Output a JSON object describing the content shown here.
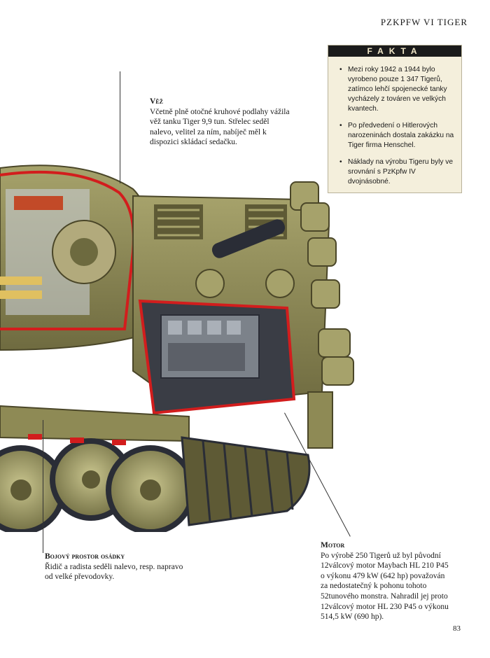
{
  "running_head": "PZKPFW VI TIGER",
  "facts": {
    "header": "FAKTA",
    "items": [
      "Mezi roky 1942 a 1944 bylo vyrobeno pouze 1 347 Tigerů, zatímco lehčí spojenecké tanky vycházely z továren ve velkých kvantech.",
      "Po předvedení o Hitlerových narozeninách dostala zakázku na Tiger firma Henschel.",
      "Náklady na výrobu Tigeru byly ve srovnání s PzKpfw IV dvojnásobné."
    ]
  },
  "callouts": {
    "tower": {
      "title": "Věž",
      "text": "Včetně plně otočné kruhové podlahy vážila věž tanku Tiger 9,9 tun. Střelec seděl nalevo, velitel za ním, nabíječ měl k dispozici skládací sedačku."
    },
    "crew": {
      "title": "Bojový prostor osádky",
      "text": "Řidič a radista seděli nalevo, resp. napravo od velké převodovky."
    },
    "motor": {
      "title": "Motor",
      "text": "Po výrobě 250 Tigerů už byl původní 12válcový motor Maybach HL 210 P45 o výkonu 479 kW (642 hp) považován za nedostatečný k pohonu tohoto 52tunového monstra. Nahradil jej proto 12válcový motor HL 230 P45 o výkonu 514,5 kW (690 hp)."
    }
  },
  "page_number": "83",
  "colors": {
    "hull": "#8e8a55",
    "hull_dark": "#5e5a35",
    "cutaway_red": "#d21d1d",
    "steel": "#9aa2aa",
    "facts_bg": "#f4efdc"
  }
}
